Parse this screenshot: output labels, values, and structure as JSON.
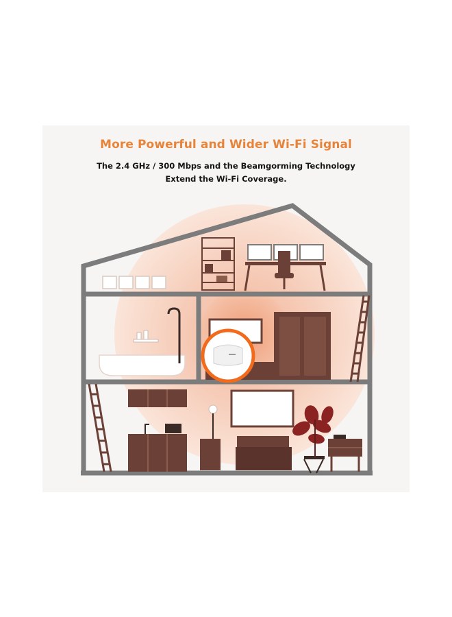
{
  "headline": "More Powerful and Wider Wi-Fi Signal",
  "subheadline_line1": "The 2.4 GHz / 300 Mbps and the Beamgorming Technology",
  "subheadline_line2": "Extend the Wi-Fi Coverage.",
  "colors": {
    "accent": "#e8843a",
    "signal_outer": "#f7d6c6",
    "signal_inner": "#f4b89a",
    "router_ring": "#f26b1d",
    "house_wall": "#7c7c7c",
    "furniture": "#6b4036"
  },
  "icons": [
    "house-icon",
    "router-icon",
    "signal-coverage-icon",
    "plant-icon",
    "lamp-icon",
    "bathtub-icon",
    "desk-icon",
    "ladder-icon"
  ]
}
